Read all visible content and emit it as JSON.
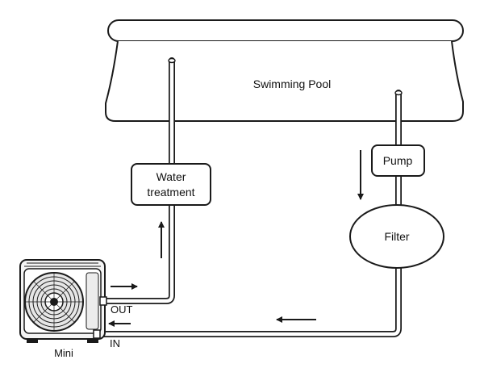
{
  "labels": {
    "pool": "Swimming Pool",
    "pump": "Pump",
    "filter": "Filter",
    "water_treatment_line1": "Water",
    "water_treatment_line2": "treatment",
    "out": "OUT",
    "in": "IN",
    "heat_pump": "Mini"
  },
  "flow_arrows": [
    "down-to-pump",
    "left-along-return-pipe",
    "left-into-heat-pump",
    "right-out-of-heat-pump",
    "up-to-water-treatment"
  ],
  "colors": {
    "line": "#1a1a1a",
    "background": "#ffffff"
  }
}
